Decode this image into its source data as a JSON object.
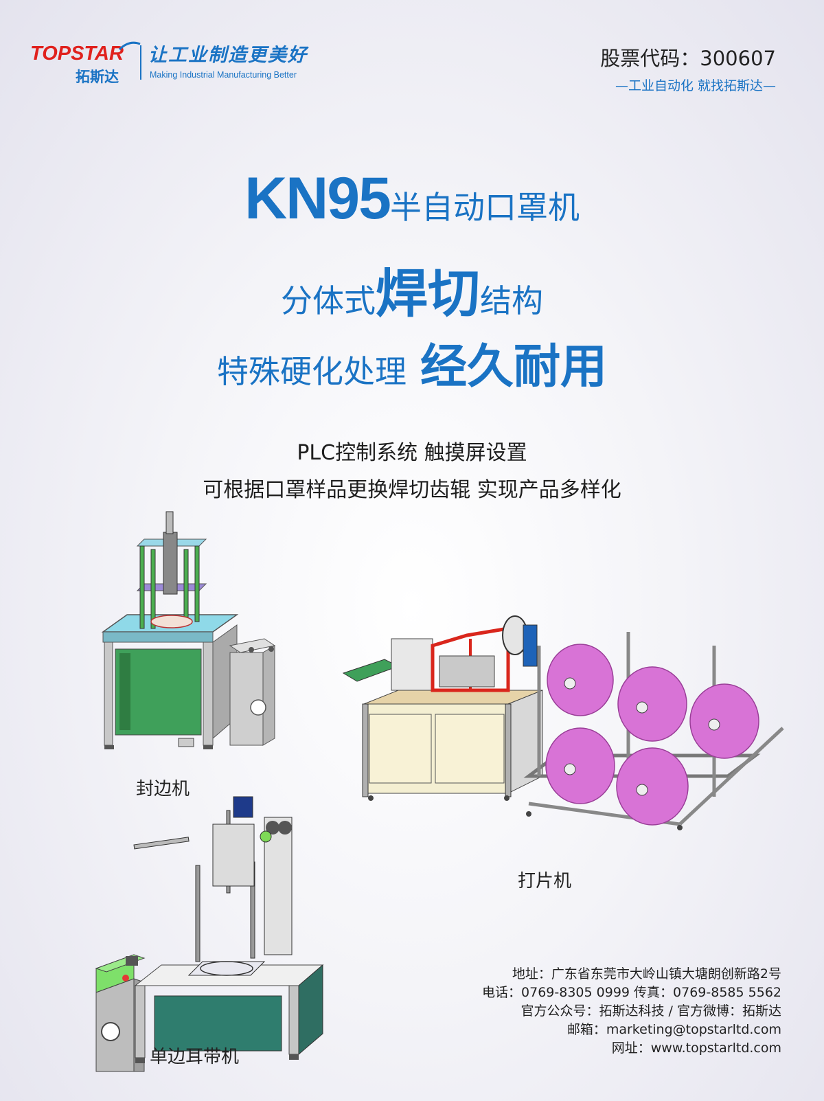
{
  "header": {
    "logo_brand": "TOPSTAR",
    "logo_cn": "拓斯达",
    "logo_slogan": "让工业制造更美好",
    "logo_slogan_en": "Making Industrial Manufacturing Better",
    "stock_code": "股票代码：300607",
    "tagline": "—工业自动化 就找拓斯达—"
  },
  "headline": {
    "line1_big": "KN95",
    "line1_small": "半自动口罩机",
    "line2_pre": "分体式",
    "line2_big": "焊切",
    "line2_post": "结构",
    "line3_pre": "特殊硬化处理",
    "line3_big": "经久耐用"
  },
  "features": {
    "line1": "PLC控制系统 触摸屏设置",
    "line2": "可根据口罩样品更换焊切齿辊 实现产品多样化"
  },
  "machines": {
    "edge_sealer": "封边机",
    "ear_loop": "单边耳带机",
    "blank_maker": "打片机"
  },
  "contact": {
    "address": "地址：广东省东莞市大岭山镇大塘朗创新路2号",
    "phone": "电话：0769-8305 0999 传真：0769-8585 5562",
    "social": "官方公众号：拓斯达科技 / 官方微博：拓斯达",
    "email": "邮箱：marketing@topstarltd.com",
    "website": "网址：www.topstarltd.com"
  },
  "colors": {
    "brand_blue": "#1a73c4",
    "brand_red": "#e0211d",
    "roll_pink": "#d873d6",
    "frame_red": "#d9261c",
    "panel_cyan": "#8fd9e8",
    "panel_green": "#3fa05a",
    "panel_teal": "#2f7d6e",
    "touch_green": "#7ee06a"
  }
}
